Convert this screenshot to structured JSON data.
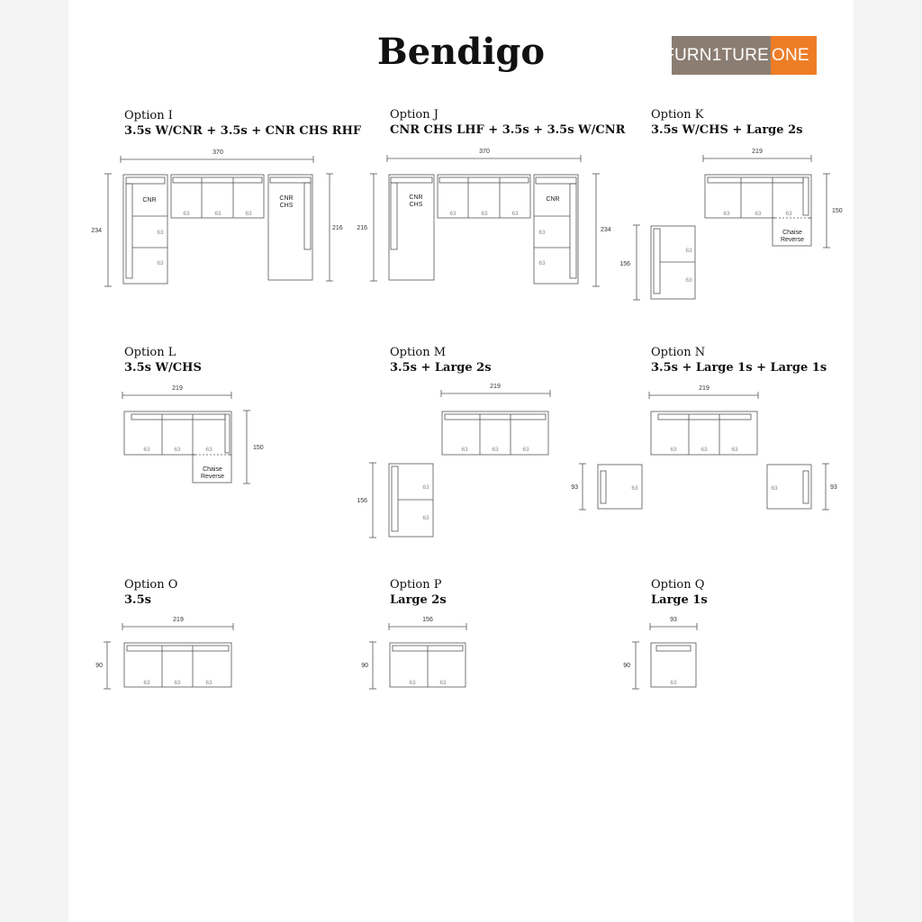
{
  "title": "Bendigo",
  "logo": {
    "part1": "FURN1TURE",
    "part2": "ONE",
    "colors": {
      "grey": "#8b7d72",
      "orange": "#ee7d26"
    }
  },
  "options": [
    {
      "name": "Option I",
      "desc": "3.5s W/CNR + 3.5s + CNR CHS RHF",
      "dims": [
        "370",
        "234",
        "216"
      ],
      "labels": [
        "CNR",
        "CNR",
        "CHS"
      ],
      "seats": [
        "63",
        "63",
        "63",
        "63",
        "63"
      ]
    },
    {
      "name": "Option J",
      "desc": "CNR CHS LHF + 3.5s + 3.5s W/CNR",
      "dims": [
        "370",
        "216",
        "234"
      ],
      "labels": [
        "CNR",
        "CHS",
        "CNR"
      ],
      "seats": [
        "63",
        "63",
        "63",
        "63",
        "63"
      ]
    },
    {
      "name": "Option K",
      "desc": "3.5s W/CHS + Large 2s",
      "dims": [
        "219",
        "150",
        "156"
      ],
      "labels": [
        "Chaise",
        "Reverse"
      ],
      "seats": [
        "63",
        "63",
        "63",
        "63",
        "63"
      ]
    },
    {
      "name": "Option L",
      "desc": "3.5s W/CHS",
      "dims": [
        "219",
        "150"
      ],
      "labels": [
        "Chaise",
        "Reverse"
      ],
      "seats": [
        "63",
        "63",
        "63"
      ]
    },
    {
      "name": "Option M",
      "desc": "3.5s + Large 2s",
      "dims": [
        "219",
        "156"
      ],
      "seats": [
        "63",
        "63",
        "63",
        "63",
        "63"
      ]
    },
    {
      "name": "Option N",
      "desc": "3.5s + Large 1s + Large 1s",
      "dims": [
        "219",
        "93",
        "93"
      ],
      "seats": [
        "63",
        "63",
        "63",
        "63",
        "63"
      ]
    },
    {
      "name": "Option O",
      "desc": "3.5s",
      "dims": [
        "219",
        "90"
      ],
      "seats": [
        "63",
        "63",
        "63"
      ]
    },
    {
      "name": "Option P",
      "desc": "Large 2s",
      "dims": [
        "156",
        "90"
      ],
      "seats": [
        "63",
        "63"
      ]
    },
    {
      "name": "Option Q",
      "desc": "Large 1s",
      "dims": [
        "93",
        "90"
      ],
      "seats": [
        "63"
      ]
    }
  ]
}
